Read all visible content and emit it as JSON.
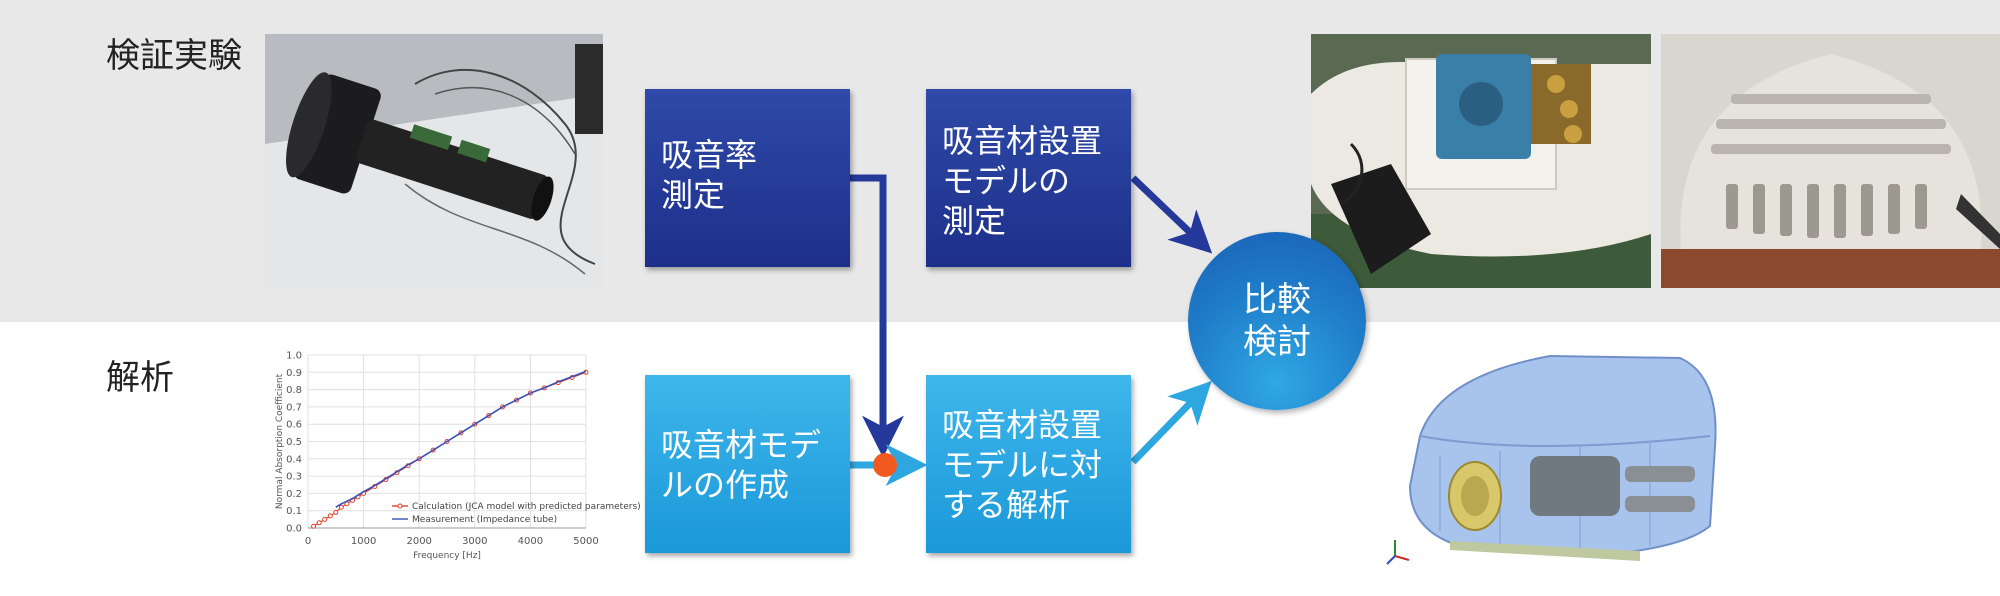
{
  "sections": {
    "verification": "検証実験",
    "analysis": "解析"
  },
  "boxes": {
    "absorption_measurement": "吸音率\n測定",
    "installed_model_measurement": "吸音材設置\nモデルの\n測定",
    "absorber_model_creation": "吸音材モデ\nルの作成",
    "installed_model_analysis": "吸音材設置\nモデルに対\nする解析"
  },
  "comparison": "比較\n検討",
  "colors": {
    "dark_box": "#1d2f8a",
    "light_box": "#1a98d8",
    "dark_arrow": "#24399a",
    "light_arrow": "#2ea6e0",
    "junction_dot": "#f05a1e",
    "band": "#e8e8e8"
  },
  "images": {
    "impedance_tube_photo": "impedance-tube-photo",
    "device_photo": "device-photo",
    "vent_photo": "vent-photo",
    "cad_model": "cad-model-render"
  },
  "chart_data": {
    "type": "line",
    "xlabel": "Frequency [Hz]",
    "ylabel": "Normal Absorption Coefficient",
    "xlim": [
      0,
      5000
    ],
    "ylim": [
      0,
      1.0
    ],
    "xticks": [
      "0",
      "1000",
      "2000",
      "3000",
      "4000",
      "5000"
    ],
    "yticks": [
      "0.0",
      "0.1",
      "0.2",
      "0.3",
      "0.4",
      "0.5",
      "0.6",
      "0.7",
      "0.8",
      "0.9",
      "1.0"
    ],
    "grid": true,
    "legend_position": "bottom-right",
    "series": [
      {
        "name": "Calculation (JCA model with predicted parameters)",
        "color": "#e0402a",
        "marker": "circle",
        "x": [
          100,
          200,
          300,
          400,
          500,
          600,
          700,
          800,
          900,
          1000,
          1200,
          1400,
          1600,
          1800,
          2000,
          2250,
          2500,
          2750,
          3000,
          3250,
          3500,
          3750,
          4000,
          4250,
          4500,
          4750,
          5000
        ],
        "y": [
          0.01,
          0.03,
          0.05,
          0.07,
          0.09,
          0.12,
          0.14,
          0.16,
          0.18,
          0.2,
          0.24,
          0.28,
          0.32,
          0.36,
          0.4,
          0.45,
          0.5,
          0.55,
          0.6,
          0.65,
          0.7,
          0.74,
          0.78,
          0.81,
          0.84,
          0.87,
          0.9
        ]
      },
      {
        "name": "Measurement (Impedance tube)",
        "color": "#3a52b8",
        "marker": "none",
        "x": [
          500,
          600,
          700,
          800,
          900,
          1000,
          1200,
          1400,
          1600,
          1800,
          2000,
          2250,
          2500,
          2750,
          3000,
          3250,
          3500,
          3750,
          4000,
          4250,
          4500,
          4750,
          5000
        ],
        "y": [
          0.12,
          0.14,
          0.155,
          0.17,
          0.19,
          0.21,
          0.245,
          0.285,
          0.325,
          0.365,
          0.4,
          0.45,
          0.5,
          0.55,
          0.6,
          0.65,
          0.7,
          0.74,
          0.78,
          0.81,
          0.845,
          0.875,
          0.905
        ]
      }
    ]
  }
}
